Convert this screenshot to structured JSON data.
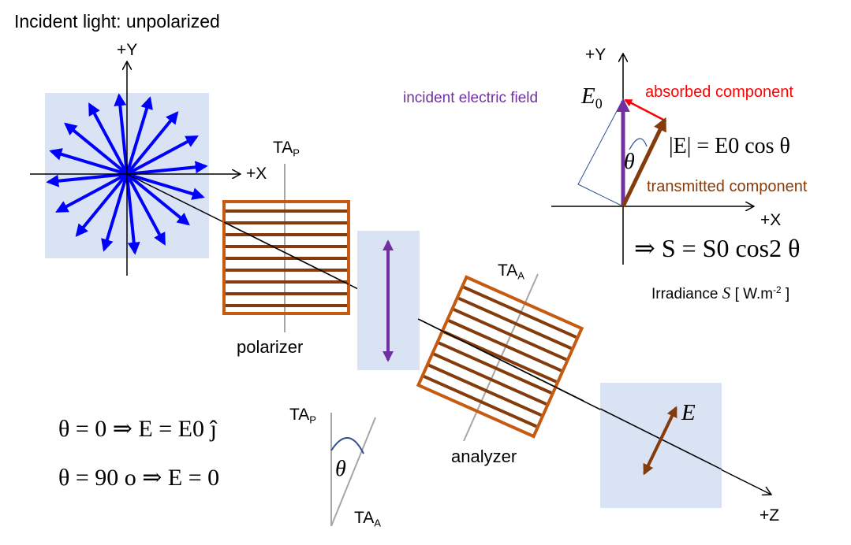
{
  "title": "Incident light:  unpolarized",
  "axes_left": {
    "y": "+Y",
    "x": "+X",
    "z": "+Z"
  },
  "axes_right": {
    "y": "+Y",
    "x": "+X"
  },
  "polarizer": {
    "label": "polarizer",
    "ta_main": "TA",
    "ta_sub": "P"
  },
  "analyzer": {
    "label": "analyzer",
    "ta_main": "TA",
    "ta_sub": "A"
  },
  "angle_inset": {
    "ta_p_main": "TA",
    "ta_p_sub": "P",
    "ta_a_main": "TA",
    "ta_a_sub": "A",
    "theta": "θ"
  },
  "vector_diagram": {
    "incident_label": "incident electric field",
    "e0": "E",
    "e0_sub": "0",
    "absorbed_label": "absorbed component",
    "transmitted_label": "transmitted component",
    "theta": "θ",
    "magnitude_formula": "|E| = E0 cos θ"
  },
  "irradiance": {
    "formula": "⇒ S = S0 cos2 θ",
    "label": "Irradiance",
    "symbol": "S",
    "unit_main": "[ W.m",
    "unit_exp": "-2",
    "unit_close": " ]"
  },
  "output_label": "E",
  "equations": {
    "line1": "θ = 0 ⇒ E = E0 ĵ",
    "line2": "θ = 90 o ⇒ E = 0"
  },
  "colors": {
    "panel": "#dae3f3",
    "incident_arrows": "#0000ff",
    "polarized_arrow": "#7030a0",
    "filter_frame": "#c55a11",
    "filter_bars": "#843c0c",
    "transmitted": "#843c0c",
    "absorbed": "#ff0000",
    "incident_label": "#7030a0",
    "transmitted_label": "#843c0c",
    "angle_arc": "#2f4f8f",
    "ta_line": "#a6a6a6"
  }
}
